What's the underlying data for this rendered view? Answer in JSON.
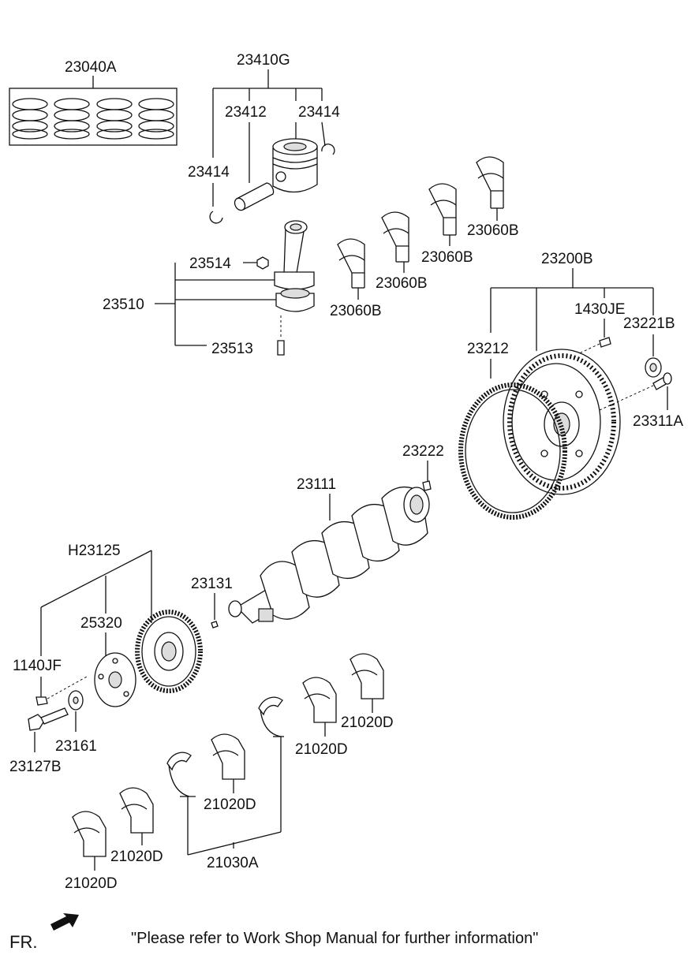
{
  "labels": {
    "p23040A": "23040A",
    "p23410G": "23410G",
    "p23412": "23412",
    "p23414_top": "23414",
    "p23414_left": "23414",
    "p23514": "23514",
    "p23510": "23510",
    "p23513": "23513",
    "p23060B_1": "23060B",
    "p23060B_2": "23060B",
    "p23060B_3": "23060B",
    "p23060B_4": "23060B",
    "p23200B": "23200B",
    "p1430JE": "1430JE",
    "p23221B": "23221B",
    "p23212": "23212",
    "p23311A": "23311A",
    "p23222": "23222",
    "p23111": "23111",
    "pH23125": "H23125",
    "p23131": "23131",
    "p25320": "25320",
    "p1140JF": "1140JF",
    "p23161": "23161",
    "p23127B": "23127B",
    "p21020D_1": "21020D",
    "p21020D_2": "21020D",
    "p21020D_3": "21020D",
    "p21020D_4": "21020D",
    "p21020D_5": "21020D",
    "p21030A": "21030A"
  },
  "footer": {
    "direction": "FR.",
    "note": "\"Please refer to Work Shop Manual for further information\""
  }
}
